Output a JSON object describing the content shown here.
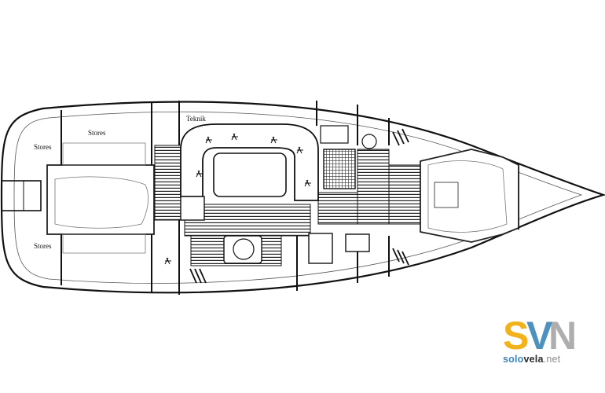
{
  "labels": {
    "stores_aft_port": "Stores",
    "stores_aft_center": "Stores",
    "stores_aft_starboard": "Stores",
    "teknik": "Teknik"
  },
  "logo": {
    "monogram": "SVN",
    "word_a": "solo",
    "word_b": "vela",
    "word_c": ".net",
    "colors": {
      "s": "#f2b21b",
      "v": "#3a86b8",
      "n": "#7a7a7a"
    }
  }
}
